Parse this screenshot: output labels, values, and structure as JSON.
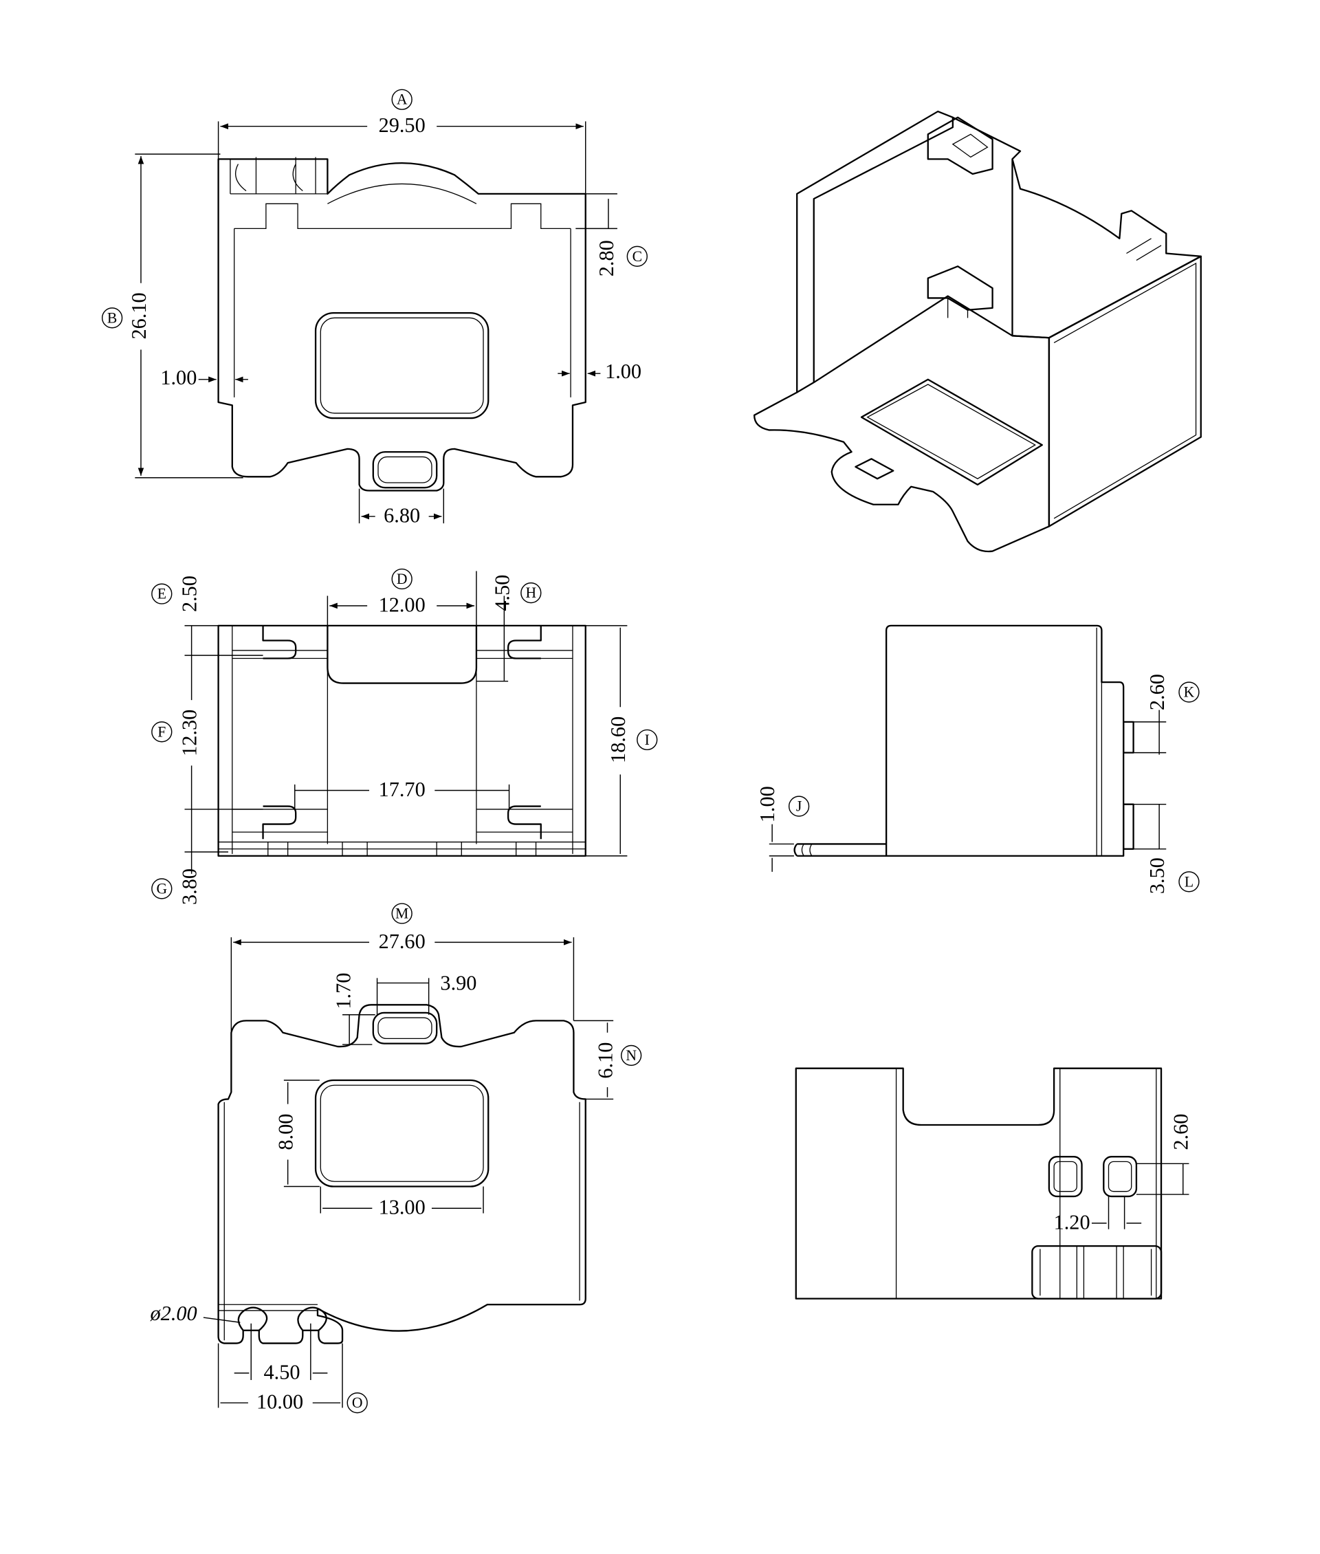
{
  "drawing": {
    "top_view": {
      "dims": {
        "A": "29.50",
        "B": "26.10",
        "C": "2.80",
        "wall_left": "1.00",
        "wall_right": "1.00",
        "tab_width": "6.80"
      },
      "callouts": {
        "A": "A",
        "B": "B",
        "C": "C"
      }
    },
    "front_view": {
      "dims": {
        "D": "12.00",
        "E": "2.50",
        "F": "12.30",
        "G": "3.80",
        "H": "4.50",
        "I": "18.60",
        "span": "17.70"
      },
      "callouts": {
        "D": "D",
        "E": "E",
        "F": "F",
        "G": "G",
        "H": "H",
        "I": "I"
      }
    },
    "side_view": {
      "dims": {
        "J": "1.00",
        "K": "2.60",
        "L": "3.50"
      },
      "callouts": {
        "J": "J",
        "K": "K",
        "L": "L"
      }
    },
    "bottom_view": {
      "dims": {
        "M": "27.60",
        "slot_width": "3.90",
        "slot_height": "1.70",
        "N": "6.10",
        "window_height": "8.00",
        "window_width": "13.00",
        "hole_dia": "ø2.00",
        "hole_pitch": "4.50",
        "O": "10.00"
      },
      "callouts": {
        "M": "M",
        "N": "N",
        "O": "O"
      }
    },
    "rear_view": {
      "dims": {
        "pin_height": "2.60",
        "pin_gap": "1.20"
      }
    }
  }
}
